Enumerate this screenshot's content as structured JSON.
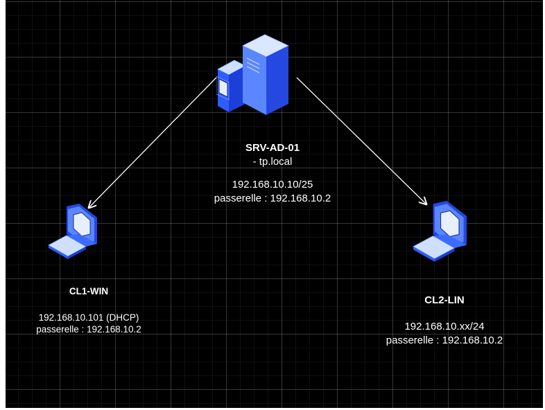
{
  "colors": {
    "background": "#000000",
    "grid": "#3a3a3a",
    "connector": "#ffffff",
    "device_blue": "#3b6bff",
    "device_light": "#cfe0ff",
    "text": "#ffffff"
  },
  "nodes": {
    "server": {
      "icon": "server-icon",
      "name": "SRV-AD-01",
      "domain": "- tp.local",
      "ip": "192.168.10.10/25",
      "gateway": "passerelle : 192.168.10.2"
    },
    "client1": {
      "icon": "laptop-icon",
      "name": "CL1-WIN",
      "ip": "192.168.10.101 (DHCP)",
      "gateway": "passerelle : 192.168.10.2"
    },
    "client2": {
      "icon": "laptop-icon",
      "name": "CL2-LIN",
      "ip": "192.168.10.xx/24",
      "gateway": "passerelle : 192.168.10.2"
    }
  },
  "edges": [
    {
      "from": "server",
      "to": "client1"
    },
    {
      "from": "server",
      "to": "client2"
    }
  ]
}
